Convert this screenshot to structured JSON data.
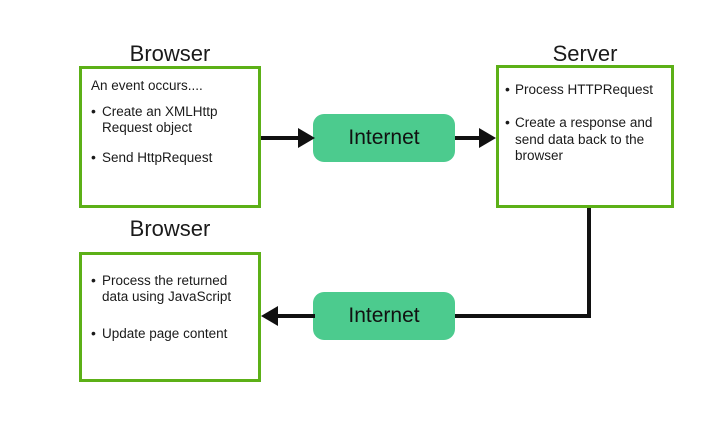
{
  "diagram": {
    "type": "ajax-request-response-flow",
    "nodes": {
      "browser_top": {
        "title": "Browser",
        "lead": "An event occurs....",
        "bullets": [
          "Create an XMLHttp Request object",
          "Send HttpRequest"
        ]
      },
      "server": {
        "title": "Server",
        "bullets": [
          "Process HTTPRequest",
          "Create a response and send data back to the browser"
        ]
      },
      "browser_bottom": {
        "title": "Browser",
        "bullets": [
          "Process the returned data using JavaScript",
          "Update page content"
        ]
      }
    },
    "pills": [
      {
        "label": "Internet"
      },
      {
        "label": "Internet"
      }
    ],
    "colors": {
      "box_border": "#5cb017",
      "pill_fill": "#4ccb8e",
      "connector": "#111111",
      "text": "#1a1a1a",
      "background": "#ffffff"
    }
  }
}
